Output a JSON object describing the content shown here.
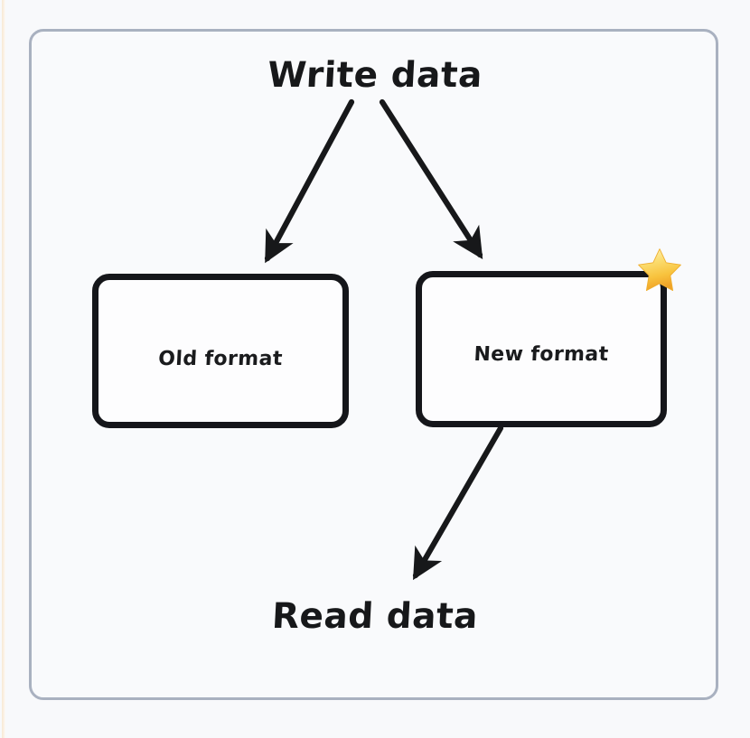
{
  "diagram": {
    "title_top": "Write data",
    "title_bottom": "Read data",
    "nodes": [
      {
        "id": "old-format",
        "label": "Old format",
        "starred": false
      },
      {
        "id": "new-format",
        "label": "New format",
        "starred": true
      }
    ],
    "badges": [
      {
        "name": "star-emoji",
        "glyph": "star",
        "attached_to": "new-format",
        "position": "top-right"
      }
    ],
    "edges": [
      {
        "from": "Write data",
        "to": "Old format",
        "style": "solid-arrow"
      },
      {
        "from": "Write data",
        "to": "New format",
        "style": "solid-arrow"
      },
      {
        "from": "New format",
        "to": "Read data",
        "style": "solid-arrow"
      }
    ]
  },
  "colors": {
    "page_background": "#f8f9fb",
    "frame_border": "#a9b1c0",
    "node_border": "#15161a",
    "node_fill": "#fdfdfe",
    "text": "#17181a",
    "arrow": "#17181a",
    "star_light": "#fdf0a8",
    "star_mid": "#fbcd4a",
    "star_deep": "#f3a32a",
    "edge_stripe": "#f7e9d4"
  }
}
